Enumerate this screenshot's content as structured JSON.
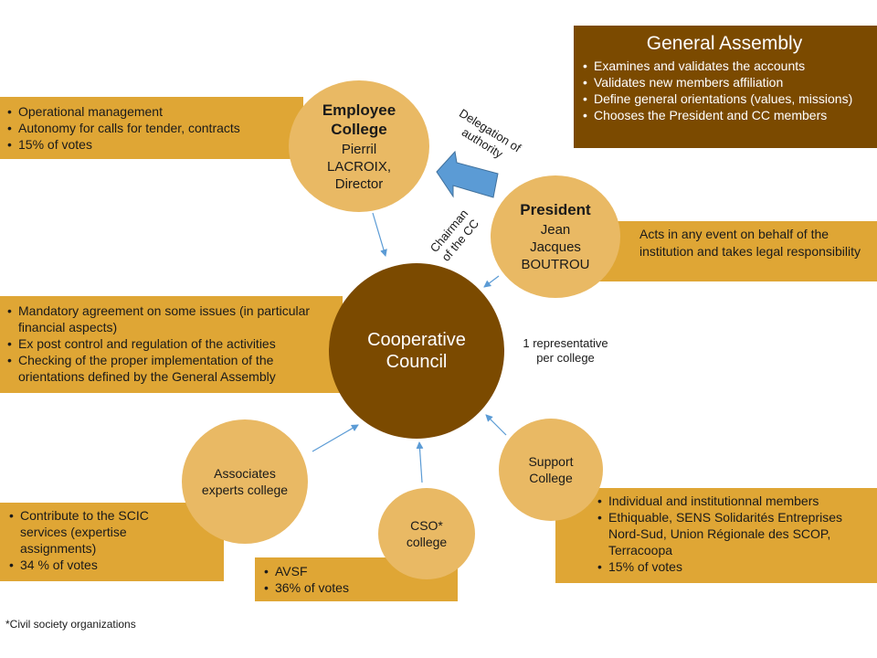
{
  "general_assembly": {
    "title": "General Assembly",
    "items": [
      "Examines and validates the accounts",
      "Validates new members affiliation",
      "Define general orientations (values, missions)",
      "Chooses the President and CC members"
    ]
  },
  "employee_college": {
    "title": "Employee College",
    "person": "Pierril LACROIX, Director",
    "items": [
      "Operational management",
      "Autonomy for calls for tender, contracts",
      "15% of votes"
    ]
  },
  "delegation_label": "Delegation of authority",
  "president": {
    "title": "President",
    "person": "Jean Jacques BOUTROU",
    "description": "Acts in any event on behalf of the institution and takes legal responsibility"
  },
  "chairman_label": "Chairman of the CC",
  "council": {
    "title": "Cooperative Council",
    "items": [
      "Mandatory agreement on some issues (in particular financial aspects)",
      "Ex post control and regulation of the activities",
      "Checking of the proper implementation of the orientations defined by the General  Assembly"
    ],
    "representative_note": "1 representative per college"
  },
  "associates_college": {
    "title": "Associates experts college",
    "items": [
      "Contribute to the SCIC services (expertise assignments)",
      "34 % of votes"
    ]
  },
  "cso_college": {
    "title": "CSO* college",
    "items": [
      "AVSF",
      "36% of votes"
    ]
  },
  "support_college": {
    "title": "Support College",
    "items": [
      "Individual and institutionnal members",
      "Ethiquable, SENS Solidarités Entreprises Nord-Sud, Union Régionale des SCOP, Terracoopa",
      "15% of votes"
    ]
  },
  "footnote": "*Civil  society organizations",
  "colors": {
    "gold_box": "#dfa635",
    "light_circle": "#e9b964",
    "dark_brown": "#7b4a00",
    "arrow_blue": "#5b9bd5"
  }
}
